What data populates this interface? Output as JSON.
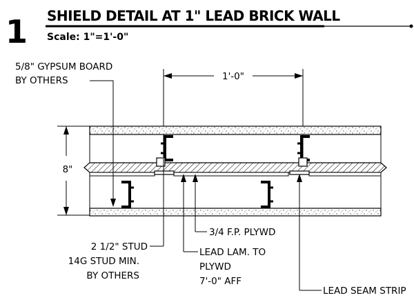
{
  "detail": {
    "number": "1",
    "title": "SHIELD DETAIL AT 1\" LEAD BRICK WALL",
    "scale": "Scale:  1\"=1'-0\""
  },
  "dimensions": {
    "horizontal": "1'-0\"",
    "vertical": "8\""
  },
  "callouts": {
    "gypsum_line1": "5/8\" GYPSUM BOARD",
    "gypsum_line2": "BY OTHERS",
    "stud_line1": "2 1/2\" STUD",
    "stud_line2": "14G STUD MIN.",
    "stud_line3": "BY OTHERS",
    "plywood": "3/4 F.P. PLYWD",
    "lead_lam_line1": "LEAD LAM. TO",
    "lead_lam_line2": "PLYWD",
    "lead_lam_line3": "7'-0\" AFF",
    "lead_seam": "LEAD SEAM STRIP"
  }
}
